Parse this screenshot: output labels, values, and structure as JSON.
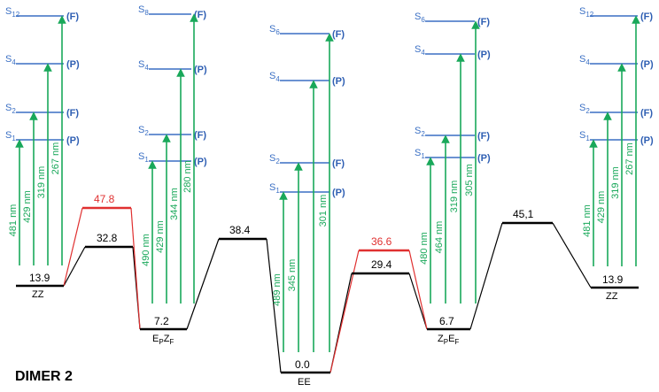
{
  "title": "DIMER 2",
  "colors": {
    "ground": "#000000",
    "barrier_red": "#e03030",
    "excited_state": "#3a6fc4",
    "transition": "#19a85a"
  },
  "conformers": [
    {
      "id": "zz-left",
      "label": "ZZ",
      "energy": "13.9",
      "states": [
        {
          "sub": "1",
          "type": "(P)",
          "wavelength": "481 nm"
        },
        {
          "sub": "2",
          "type": "(F)",
          "wavelength": "429 nm"
        },
        {
          "sub": "4",
          "type": "(P)",
          "wavelength": "319 nm"
        },
        {
          "sub": "12",
          "type": "(F)",
          "wavelength": "267 nm"
        }
      ]
    },
    {
      "id": "epzf",
      "label_main": "E",
      "label_sub1": "P",
      "label_mid": "Z",
      "label_sub2": "F",
      "energy": "7.2",
      "states": [
        {
          "sub": "1",
          "type": "(P)",
          "wavelength": "490 nm"
        },
        {
          "sub": "2",
          "type": "(F)",
          "wavelength": "429 nm"
        },
        {
          "sub": "4",
          "type": "(P)",
          "wavelength": "344 nm"
        },
        {
          "sub": "8",
          "type": "(F)",
          "wavelength": "280 nm"
        }
      ]
    },
    {
      "id": "ee",
      "label": "EE",
      "energy": "0.0",
      "states": [
        {
          "sub": "1",
          "type": "(P)",
          "wavelength": "489 nm"
        },
        {
          "sub": "2",
          "type": "(F)",
          "wavelength": "345 nm"
        },
        {
          "sub": "4",
          "type": "(P)",
          "wavelength": ""
        },
        {
          "sub": "6",
          "type": "(F)",
          "wavelength": "301 nm"
        }
      ]
    },
    {
      "id": "zpef",
      "label_main": "Z",
      "label_sub1": "P",
      "label_mid": "E",
      "label_sub2": "F",
      "energy": "6.7",
      "states": [
        {
          "sub": "1",
          "type": "(P)",
          "wavelength": "480 nm"
        },
        {
          "sub": "2",
          "type": "(F)",
          "wavelength": "464 nm"
        },
        {
          "sub": "4",
          "type": "(P)",
          "wavelength": "319 nm"
        },
        {
          "sub": "6",
          "type": "(F)",
          "wavelength": "305 nm"
        }
      ]
    },
    {
      "id": "zz-right",
      "label": "ZZ",
      "energy": "13.9",
      "states": [
        {
          "sub": "1",
          "type": "(P)",
          "wavelength": "481 nm"
        },
        {
          "sub": "2",
          "type": "(F)",
          "wavelength": "429 nm"
        },
        {
          "sub": "4",
          "type": "(P)",
          "wavelength": "319 nm"
        },
        {
          "sub": "12",
          "type": "(F)",
          "wavelength": "267 nm"
        }
      ]
    }
  ],
  "barriers": [
    {
      "id": "ts1",
      "black": "32.8",
      "red": "47.8"
    },
    {
      "id": "ts2",
      "black": "38.4",
      "red": ""
    },
    {
      "id": "ts3",
      "black": "29.4",
      "red": "36.6"
    },
    {
      "id": "ts4",
      "black": "45,1",
      "red": ""
    }
  ],
  "s_letter": "S"
}
